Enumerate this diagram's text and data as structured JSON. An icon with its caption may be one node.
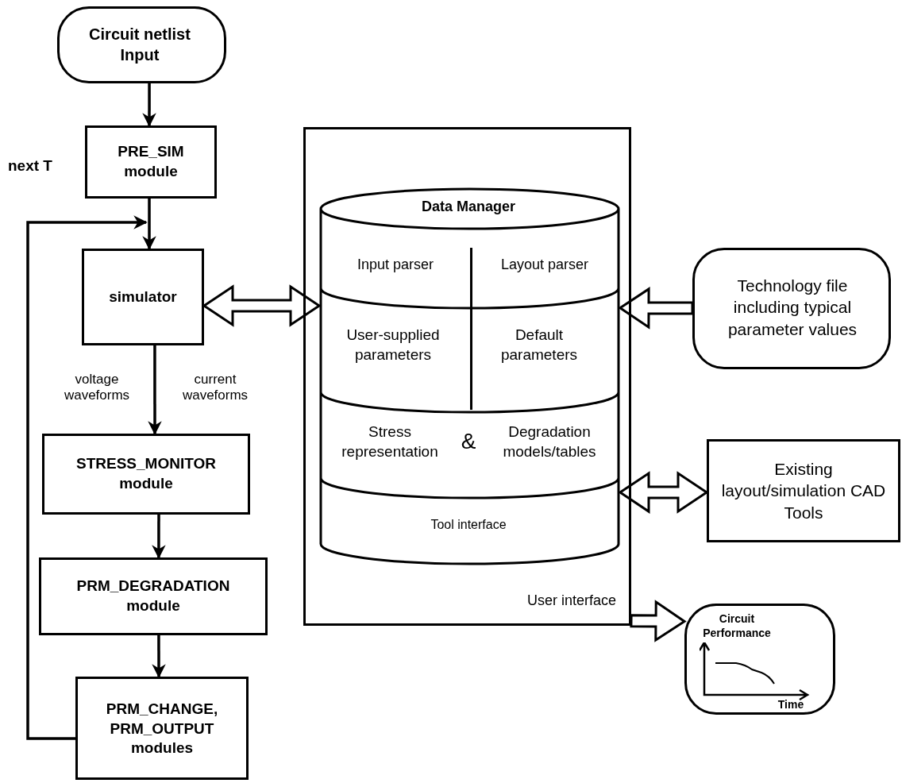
{
  "diagram": {
    "nodes": [
      {
        "text": [
          "Circuit netlist Input"
        ]
      },
      {
        "text": [
          "PRE_SIM module"
        ]
      },
      {
        "text": [
          "simulator"
        ]
      },
      {
        "text": [
          "STRESS_MONITOR module"
        ]
      },
      {
        "text": [
          "PRM_DEGRADATION module"
        ]
      },
      {
        "text": [
          "PRM_CHANGE, PRM_OUTPUT modules"
        ]
      },
      {
        "text": [
          "User interface"
        ]
      },
      {
        "text": [
          "Data Manager",
          "Input parser",
          "Layout parser",
          "User-supplied parameters",
          "Default parameters",
          "Stress representation",
          "&",
          "Degradation models/tables",
          "Tool interface"
        ],
        "in": 6
      },
      {
        "text": [
          "Technology file including typical parameter values"
        ]
      },
      {
        "text": [
          "Existing layout/simulation CAD Tools"
        ]
      },
      {
        "text": [
          "Circuit Performance",
          "Time"
        ]
      }
    ],
    "edges": [
      {
        "from": 0,
        "to": 1,
        "arrow": "to"
      },
      {
        "from": 1,
        "to": 2,
        "arrow": "to"
      },
      {
        "from": 2,
        "to": 3,
        "arrow": "to"
      },
      {
        "from": 3,
        "to": 4,
        "arrow": "to"
      },
      {
        "from": 4,
        "to": 5,
        "arrow": "to"
      },
      {
        "from": 5,
        "to": 2,
        "arrow": "to",
        "label": "next T"
      },
      {
        "from": 2,
        "to": 7,
        "arrow": "both",
        "style": "thick"
      },
      {
        "from": 8,
        "to": 7,
        "arrow": "to",
        "style": "thick"
      },
      {
        "from": 7,
        "to": 9,
        "arrow": "both",
        "style": "thick"
      },
      {
        "from": 6,
        "to": 10,
        "arrow": "to",
        "style": "thick"
      }
    ],
    "labels": [
      "voltage waveforms",
      "current waveforms"
    ]
  }
}
